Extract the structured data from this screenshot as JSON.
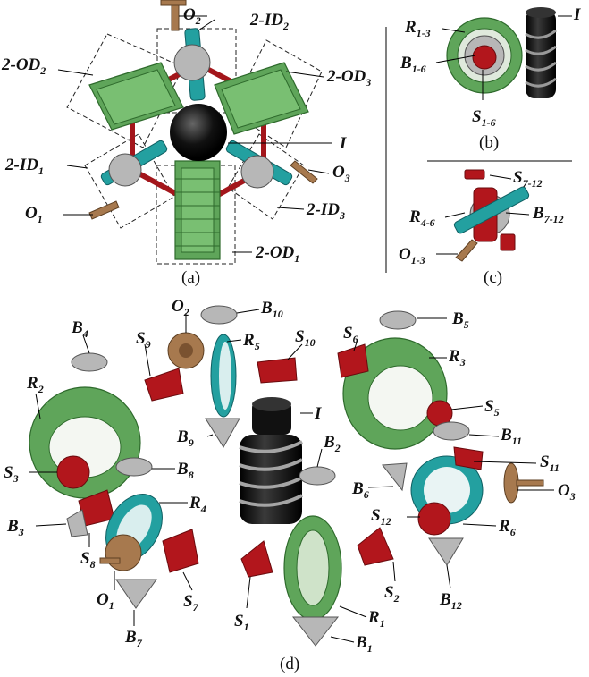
{
  "panel_a": {
    "caption": "(a)",
    "labels": {
      "O2": {
        "main": "O",
        "sub": "2"
      },
      "ID2": {
        "main": "2-ID",
        "sub": "2"
      },
      "OD2": {
        "main": "2-OD",
        "sub": "2"
      },
      "OD3": {
        "main": "2-OD",
        "sub": "3"
      },
      "I": {
        "main": "I",
        "sub": ""
      },
      "ID1": {
        "main": "2-ID",
        "sub": "1"
      },
      "O3": {
        "main": "O",
        "sub": "3"
      },
      "O1": {
        "main": "O",
        "sub": "1"
      },
      "ID3": {
        "main": "2-ID",
        "sub": "3"
      },
      "OD1": {
        "main": "2-OD",
        "sub": "1"
      }
    }
  },
  "panel_b": {
    "caption": "(b)",
    "labels": {
      "R13": {
        "main": "R",
        "sub": "1-3"
      },
      "I": {
        "main": "I",
        "sub": ""
      },
      "B16": {
        "main": "B",
        "sub": "1-6"
      },
      "S16": {
        "main": "S",
        "sub": "1-6"
      }
    }
  },
  "panel_c": {
    "caption": "(c)",
    "labels": {
      "S712": {
        "main": "S",
        "sub": "7-12"
      },
      "R46": {
        "main": "R",
        "sub": "4-6"
      },
      "B712": {
        "main": "B",
        "sub": "7-12"
      },
      "O13": {
        "main": "O",
        "sub": "1-3"
      }
    }
  },
  "panel_d": {
    "caption": "(d)",
    "labels": {
      "B4": {
        "main": "B",
        "sub": "4"
      },
      "O2": {
        "main": "O",
        "sub": "2"
      },
      "B10": {
        "main": "B",
        "sub": "10"
      },
      "B5": {
        "main": "B",
        "sub": "5"
      },
      "S9": {
        "main": "S",
        "sub": "9"
      },
      "R5": {
        "main": "R",
        "sub": "5"
      },
      "S10": {
        "main": "S",
        "sub": "10"
      },
      "S6": {
        "main": "S",
        "sub": "6"
      },
      "R3": {
        "main": "R",
        "sub": "3"
      },
      "R2": {
        "main": "R",
        "sub": "2"
      },
      "I": {
        "main": "I",
        "sub": ""
      },
      "S5": {
        "main": "S",
        "sub": "5"
      },
      "B9": {
        "main": "B",
        "sub": "9"
      },
      "B11": {
        "main": "B",
        "sub": "11"
      },
      "B2": {
        "main": "B",
        "sub": "2"
      },
      "S3": {
        "main": "S",
        "sub": "3"
      },
      "B8": {
        "main": "B",
        "sub": "8"
      },
      "S11": {
        "main": "S",
        "sub": "11"
      },
      "B6": {
        "main": "B",
        "sub": "6"
      },
      "O3": {
        "main": "O",
        "sub": "3"
      },
      "R4": {
        "main": "R",
        "sub": "4"
      },
      "S12": {
        "main": "S",
        "sub": "12"
      },
      "B3": {
        "main": "B",
        "sub": "3"
      },
      "R6": {
        "main": "R",
        "sub": "6"
      },
      "S8": {
        "main": "S",
        "sub": "8"
      },
      "S2": {
        "main": "S",
        "sub": "2"
      },
      "O1": {
        "main": "O",
        "sub": "1"
      },
      "S7": {
        "main": "S",
        "sub": "7"
      },
      "B12": {
        "main": "B",
        "sub": "12"
      },
      "R1": {
        "main": "R",
        "sub": "1"
      },
      "S1": {
        "main": "S",
        "sub": "1"
      },
      "B7": {
        "main": "B",
        "sub": "7"
      },
      "B1": {
        "main": "B",
        "sub": "1"
      }
    }
  },
  "colors": {
    "ring_gear": "#5fa55a",
    "spur_bevel_red": "#b2161c",
    "teal_ring": "#23a0a0",
    "bevel_grey": "#b7b7b7",
    "output_brown": "#a7794e",
    "worm_black": "#111111"
  }
}
